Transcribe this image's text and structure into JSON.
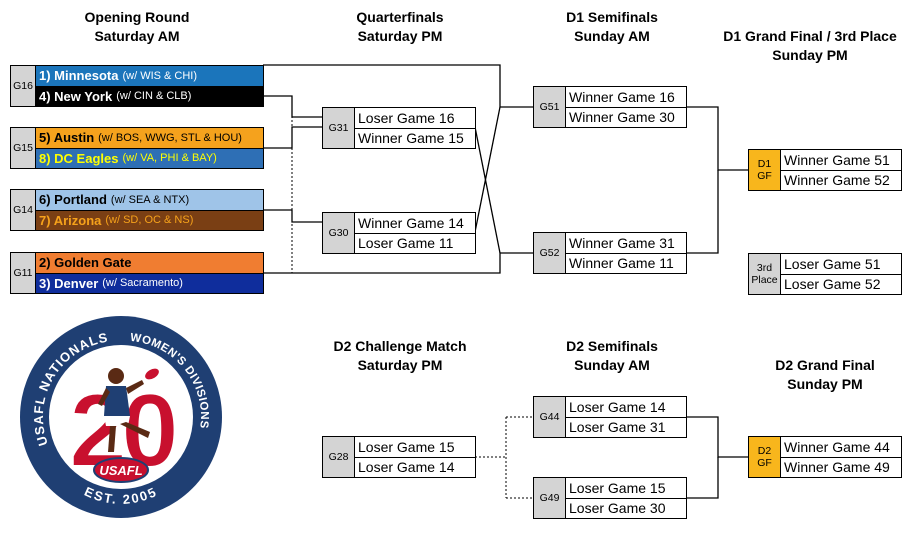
{
  "headers": {
    "opening_round": {
      "title": "Opening Round",
      "day": "Saturday AM"
    },
    "quarterfinals": {
      "title": "Quarterfinals",
      "day": "Saturday PM"
    },
    "d1_semifinals": {
      "title": "D1 Semifinals",
      "day": "Sunday AM"
    },
    "d1_grand_final": {
      "title": "D1 Grand Final / 3rd Place",
      "day": "Sunday PM"
    },
    "d2_challenge": {
      "title": "D2 Challenge Match",
      "day": "Saturday PM"
    },
    "d2_semifinals": {
      "title": "D2 Semifinals",
      "day": "Sunday AM"
    },
    "d2_grand_final": {
      "title": "D2 Grand Final",
      "day": "Sunday PM"
    }
  },
  "opening_round": [
    {
      "id": "G16",
      "teams": [
        {
          "name": "1) Minnesota",
          "with": "(w/ WIS & CHI)",
          "bg": "#1b75bb",
          "color": "#ffffff"
        },
        {
          "name": "4) New York",
          "with": "(w/ CIN & CLB)",
          "bg": "#000000",
          "color": "#ffffff"
        }
      ]
    },
    {
      "id": "G15",
      "teams": [
        {
          "name": "5) Austin",
          "with": "(w/ BOS, WWG, STL & HOU)",
          "bg": "#f5a21d",
          "color": "#000000"
        },
        {
          "name": "8) DC Eagles",
          "with": "(w/ VA, PHI & BAY)",
          "bg": "#2e6fb5",
          "color": "#ffff00"
        }
      ]
    },
    {
      "id": "G14",
      "teams": [
        {
          "name": "6) Portland",
          "with": "(w/ SEA & NTX)",
          "bg": "#9fc4e8",
          "color": "#000000"
        },
        {
          "name": "7) Arizona",
          "with": "(w/ SD, OC & NS)",
          "bg": "#7a3f14",
          "color": "#f6a21b"
        }
      ]
    },
    {
      "id": "G11",
      "teams": [
        {
          "name": "2) Golden Gate",
          "with": "",
          "bg": "#f07d31",
          "color": "#000000"
        },
        {
          "name": "3) Denver",
          "with": "(w/ Sacramento)",
          "bg": "#0f2d9c",
          "color": "#ffffff"
        }
      ]
    }
  ],
  "quarterfinals": [
    {
      "id": "G31",
      "slots": [
        "Loser Game 16",
        "Winner Game 15"
      ]
    },
    {
      "id": "G30",
      "slots": [
        "Winner Game 14",
        "Loser Game 11"
      ]
    }
  ],
  "d1_semifinals": [
    {
      "id": "G51",
      "slots": [
        "Winner Game 16",
        "Winner Game 30"
      ]
    },
    {
      "id": "G52",
      "slots": [
        "Winner Game 31",
        "Winner Game 11"
      ]
    }
  ],
  "d1_finals": [
    {
      "id": "D1\nGF",
      "slots": [
        "Winner Game 51",
        "Winner Game 52"
      ],
      "bg": "#f8b61c"
    },
    {
      "id": "3rd\nPlace",
      "slots": [
        "Loser Game 51",
        "Loser Game 52"
      ],
      "bg": "#d4d4d4"
    }
  ],
  "d2_challenge": {
    "id": "G28",
    "slots": [
      "Loser Game 15",
      "Loser Game 14"
    ]
  },
  "d2_semifinals": [
    {
      "id": "G44",
      "slots": [
        "Loser Game 14",
        "Loser Game 31"
      ]
    },
    {
      "id": "G49",
      "slots": [
        "Loser Game 15",
        "Loser Game 30"
      ]
    }
  ],
  "d2_final": {
    "id": "D2\nGF",
    "slots": [
      "Winner Game 44",
      "Winner Game 49"
    ],
    "bg": "#f8b61c"
  },
  "logo": {
    "arc_text": "USAFL NATIONALS",
    "arc_text_right": "WOMEN'S DIVISIONS",
    "number": "20",
    "badge": "USAFL",
    "est": "EST. 2005",
    "colors": {
      "navy": "#1f3f73",
      "red": "#c8102e",
      "white": "#ffffff"
    }
  }
}
